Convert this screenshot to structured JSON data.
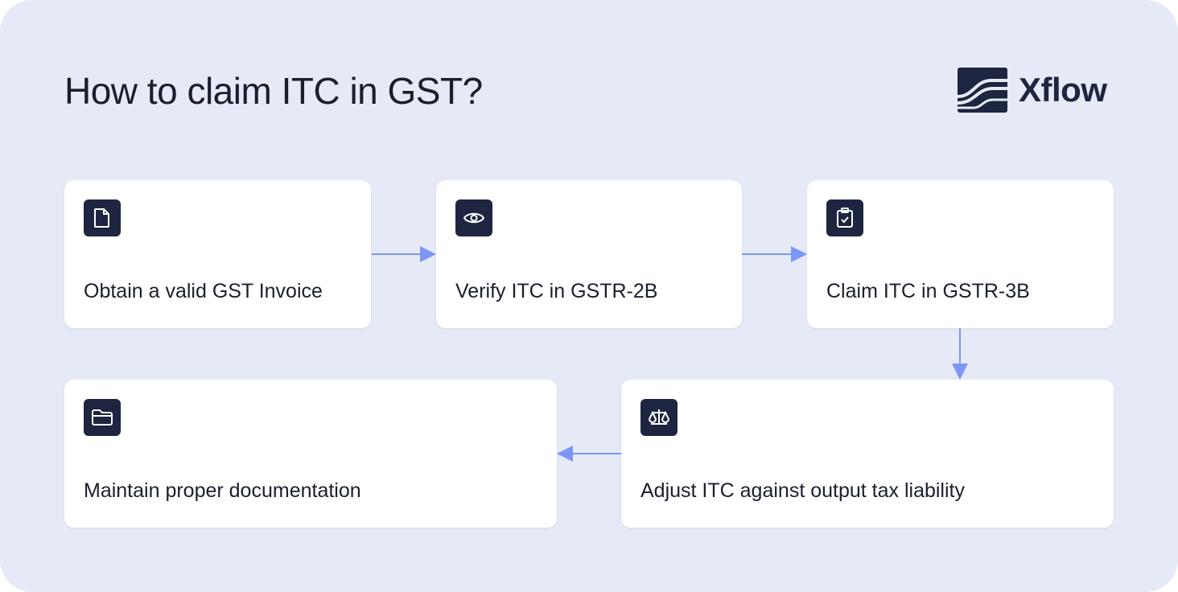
{
  "title": "How to claim ITC in GST?",
  "logo": {
    "text": "Xflow"
  },
  "steps": [
    {
      "label": "Obtain a valid GST Invoice",
      "icon": "document-icon"
    },
    {
      "label": "Verify ITC in GSTR-2B",
      "icon": "eye-icon"
    },
    {
      "label": "Claim ITC in GSTR-3B",
      "icon": "clipboard-check-icon"
    },
    {
      "label": "Adjust ITC against output tax liability",
      "icon": "scale-icon"
    },
    {
      "label": "Maintain proper documentation",
      "icon": "folder-icon"
    }
  ],
  "colors": {
    "background": "#e6eaf6",
    "icon_bg": "#1e2540",
    "arrow": "#7b96f5"
  }
}
